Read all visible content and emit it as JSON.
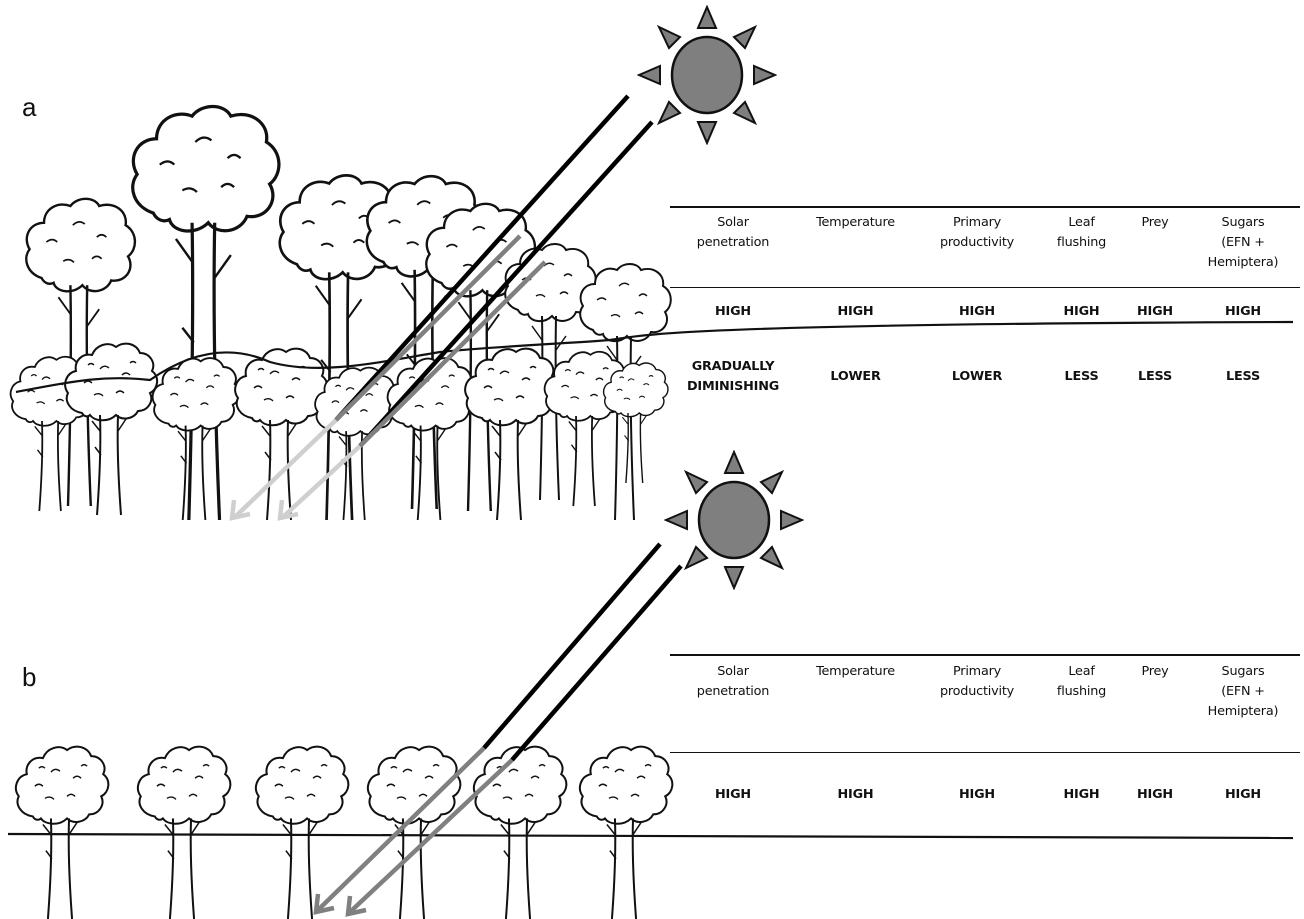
{
  "panels": [
    {
      "label": "a",
      "columns": [
        "Solar\npenetration",
        "Temperature",
        "Primary\nproductivity",
        "Leaf\nflushing",
        "Prey",
        "Sugars\n(EFN +\nHemiptera)"
      ],
      "row_high": [
        "HIGH",
        "HIGH",
        "HIGH",
        "HIGH",
        "HIGH",
        "HIGH"
      ],
      "row_low": [
        "GRADUALLY\nDIMINISHING",
        "LOWER",
        "LOWER",
        "LESS",
        "LESS",
        "LESS"
      ]
    },
    {
      "label": "b",
      "columns": [
        "Solar\npenetration",
        "Temperature",
        "Primary\nproductivity",
        "Leaf\nflushing",
        "Prey",
        "Sugars\n(EFN +\nHemiptera)"
      ],
      "row_high": [
        "HIGH",
        "HIGH",
        "HIGH",
        "HIGH",
        "HIGH",
        "HIGH"
      ]
    }
  ],
  "colors": {
    "sun_fill": "#7f7f7f",
    "ray_dark": "#000000",
    "ray_mid": "#808080",
    "ray_light": "#cfcfcf",
    "outline": "#111111"
  },
  "icons": [
    "sun-icon",
    "tree-icon",
    "light-ray-arrow-icon"
  ]
}
